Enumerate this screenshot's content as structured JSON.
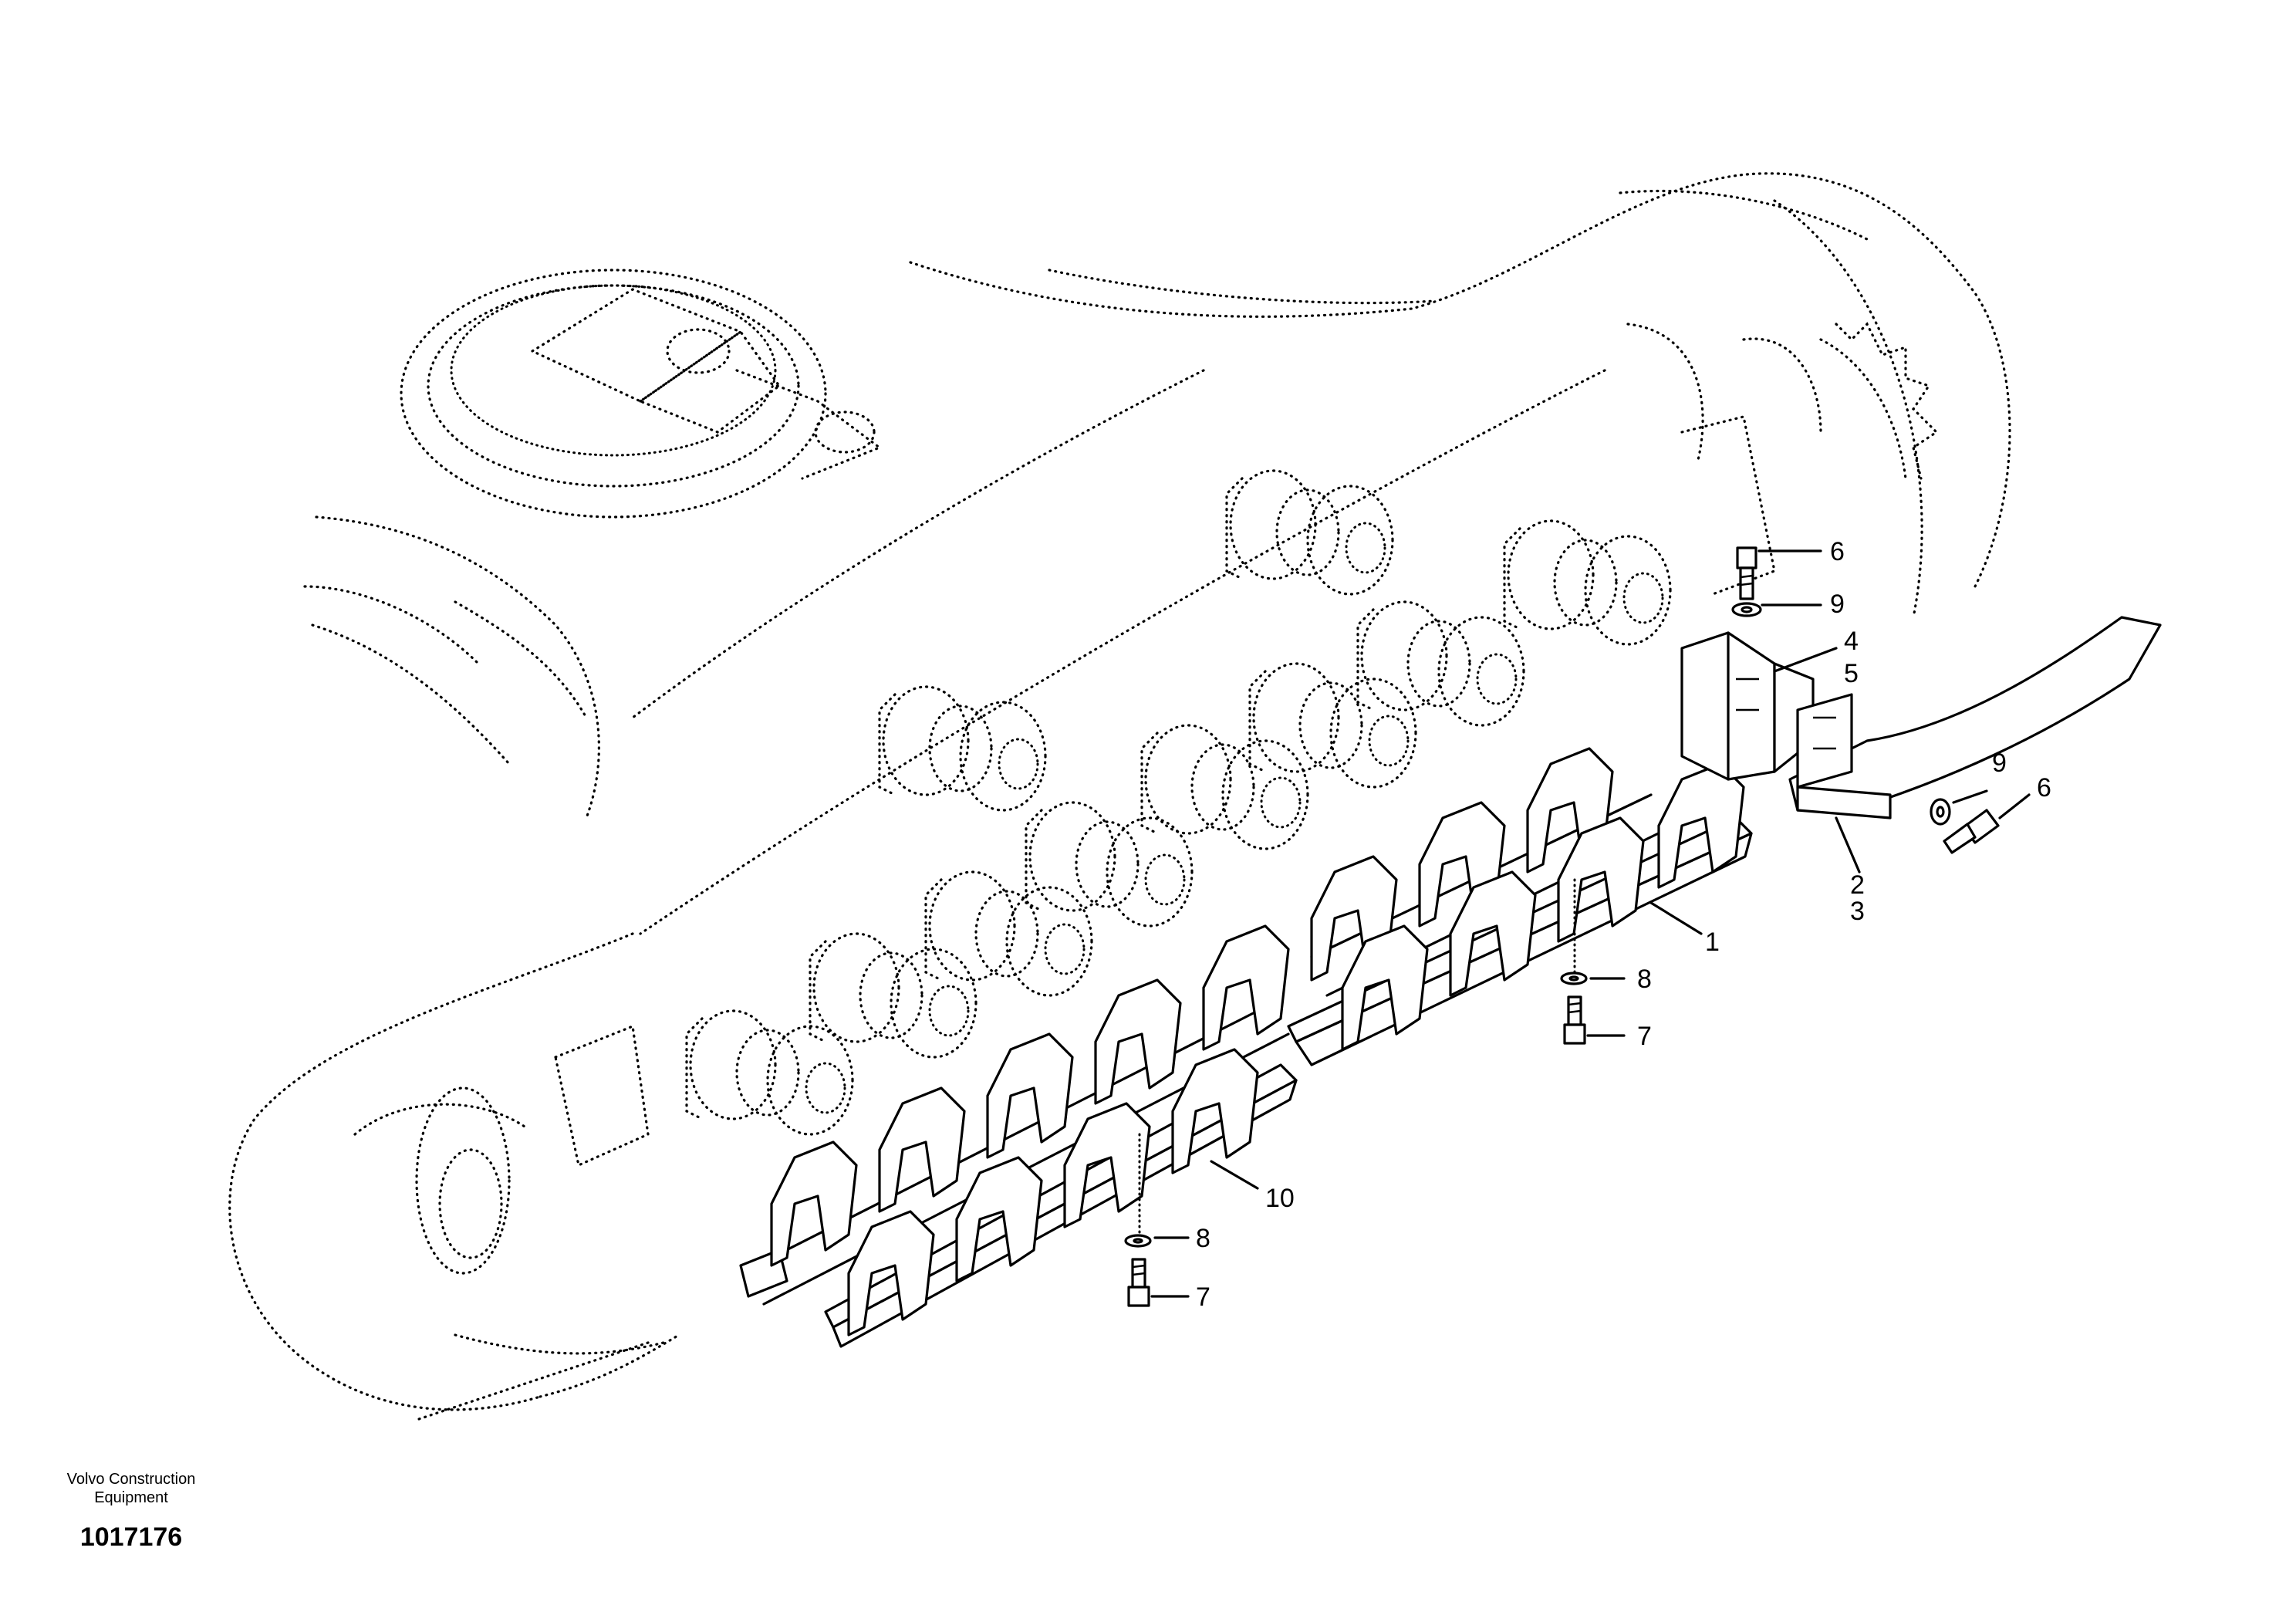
{
  "figure": {
    "callouts": [
      {
        "id": "c6-top",
        "text": "6"
      },
      {
        "id": "c9-top",
        "text": "9"
      },
      {
        "id": "c4",
        "text": "4"
      },
      {
        "id": "c5",
        "text": "5"
      },
      {
        "id": "c9-right",
        "text": "9"
      },
      {
        "id": "c6-right",
        "text": "6"
      },
      {
        "id": "c2",
        "text": "2"
      },
      {
        "id": "c3",
        "text": "3"
      },
      {
        "id": "c1",
        "text": "1"
      },
      {
        "id": "c8-right",
        "text": "8"
      },
      {
        "id": "c7-right",
        "text": "7"
      },
      {
        "id": "c10",
        "text": "10"
      },
      {
        "id": "c8-left",
        "text": "8"
      },
      {
        "id": "c7-left",
        "text": "7"
      }
    ]
  },
  "footer": {
    "brand_line1": "Volvo Construction",
    "brand_line2": "Equipment",
    "drawing_number": "1017176"
  }
}
